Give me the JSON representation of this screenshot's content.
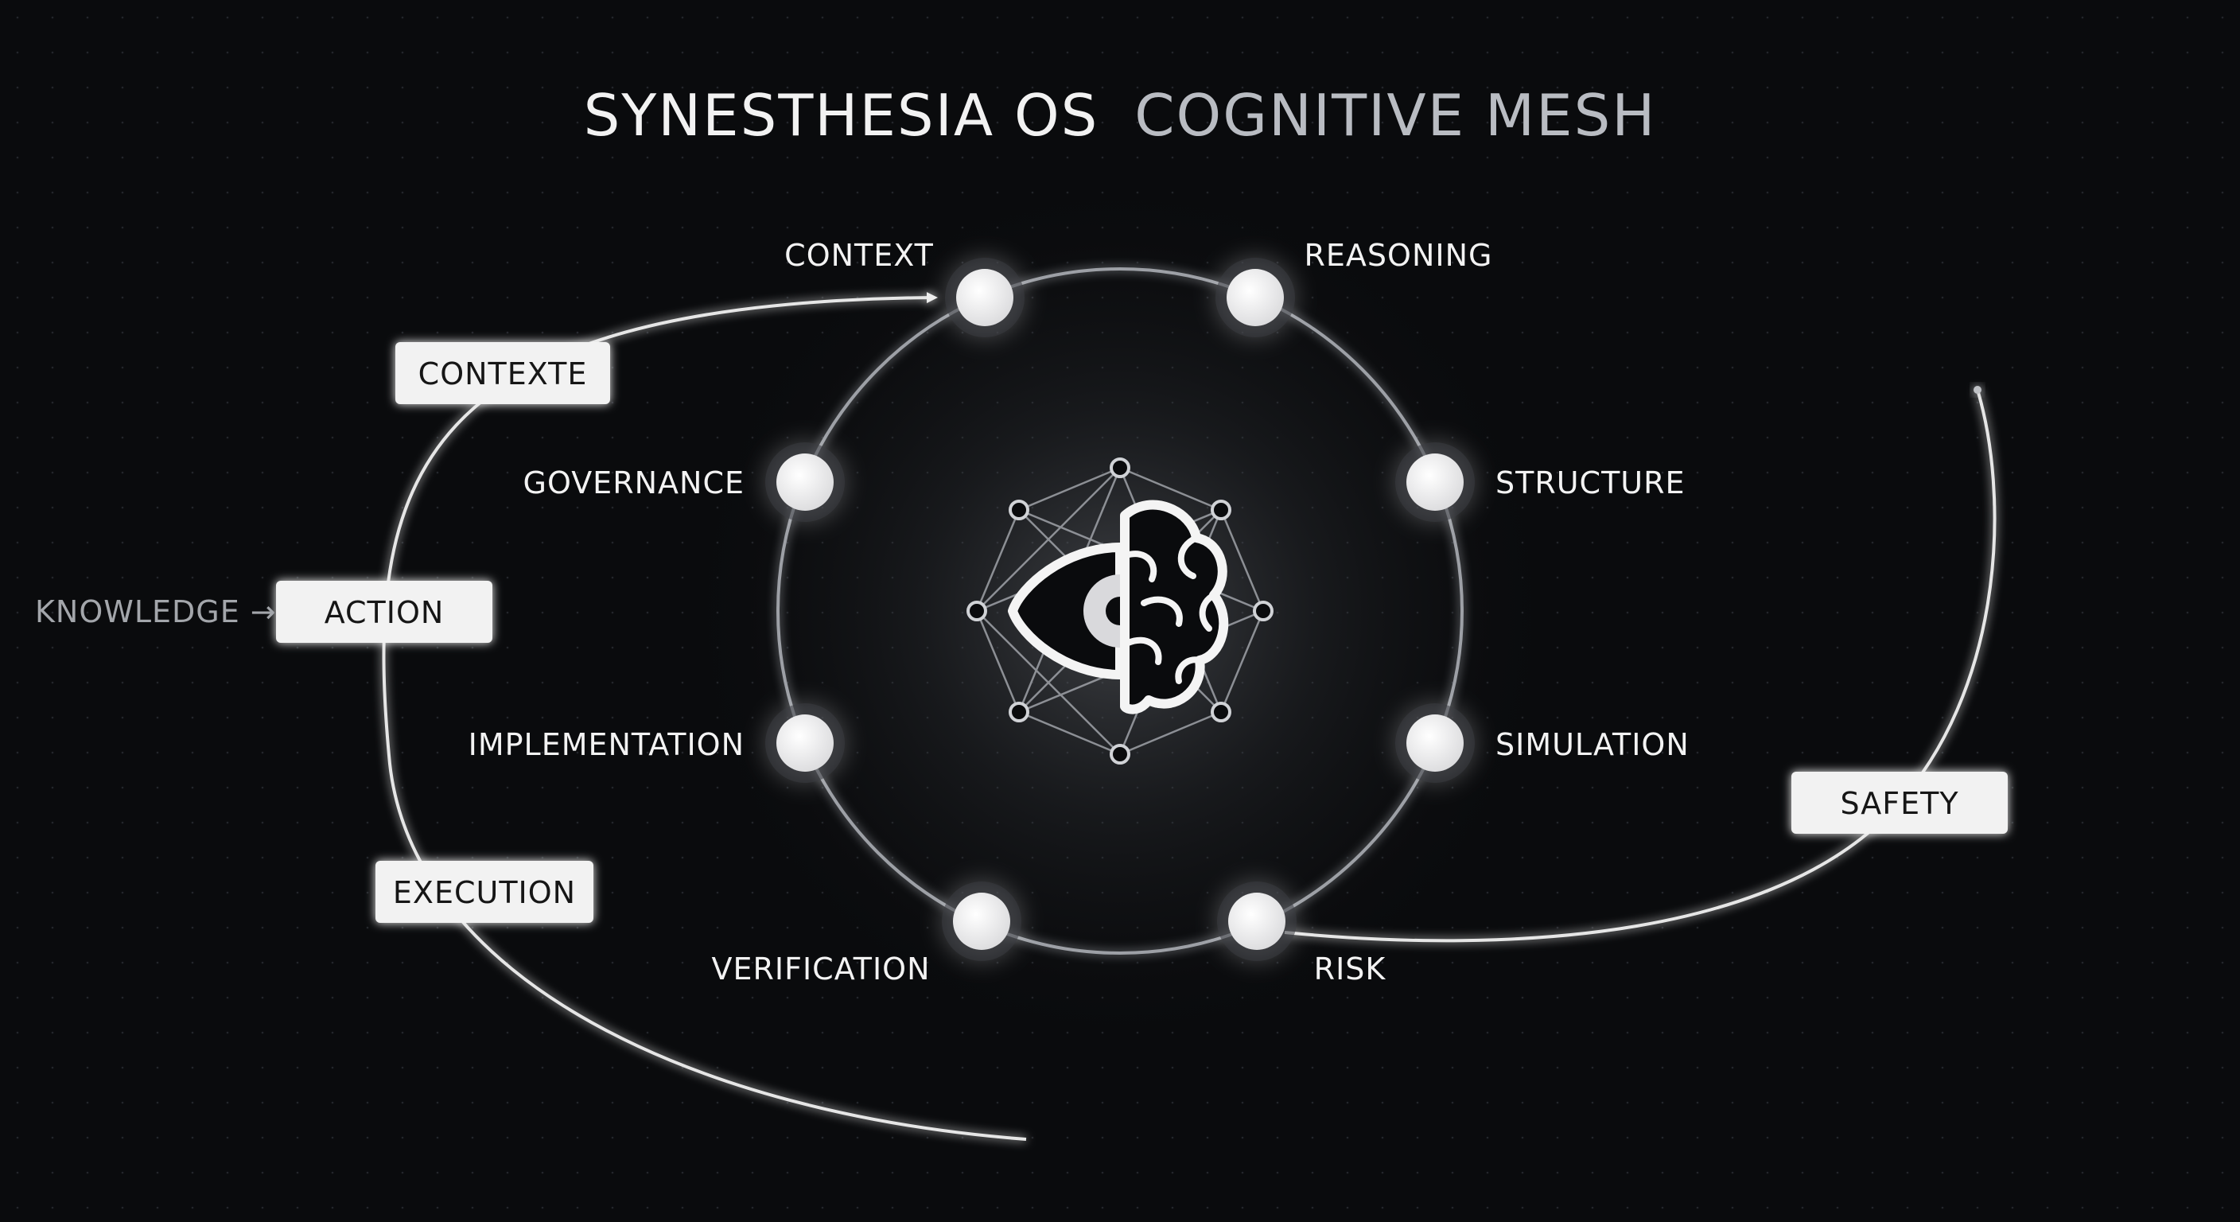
{
  "title": {
    "main": "SYNESTHESIA OS",
    "accent": "COGNITIVE MESH"
  },
  "ring_nodes": {
    "context": "CONTEXT",
    "reasoning": "REASONING",
    "governance": "GOVERNANCE",
    "structure": "STRUCTURE",
    "implementation": "IMPLEMENTATION",
    "simulation": "SIMULATION",
    "verification": "VERIFICATION",
    "risk": "RISK"
  },
  "flow_boxes": {
    "contexte": "CONTEXTE",
    "action": "ACTION",
    "execution": "EXECUTION",
    "safety": "SAFETY"
  },
  "input_label": "KNOWLEDGE →",
  "center_icon": "eye-brain-network-icon",
  "colors": {
    "background": "#0a0b0d",
    "line": "#d9d9d9",
    "node": "#eeeeef",
    "box": "#f2f2f2",
    "title_accent": "#b9bcc2"
  }
}
